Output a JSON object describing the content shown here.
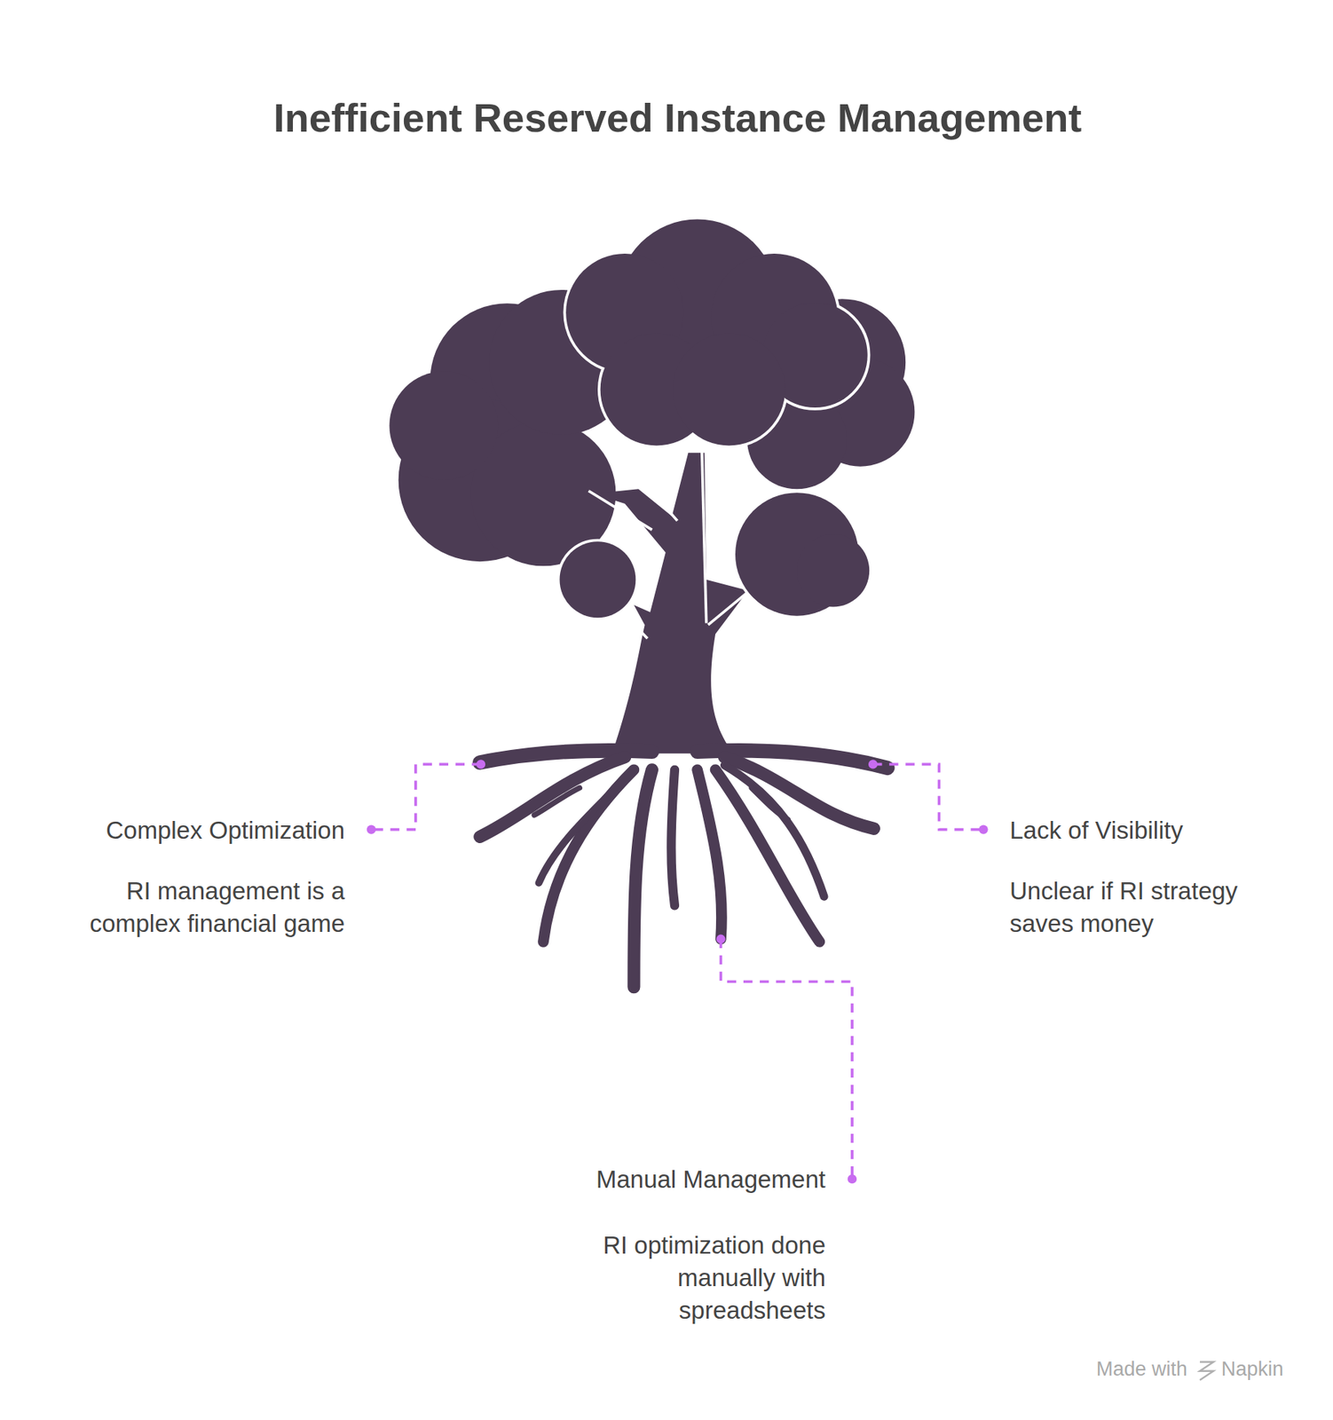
{
  "diagram": {
    "title": "Inefficient Reserved Instance Management",
    "labels": [
      "Complex Optimization",
      "RI management is a complex financial game",
      "Lack of Visibility",
      "Unclear if RI strategy saves money",
      "Manual Management",
      "RI optimization done manually with spreadsheets",
      "Made with",
      "Napkin"
    ]
  }
}
